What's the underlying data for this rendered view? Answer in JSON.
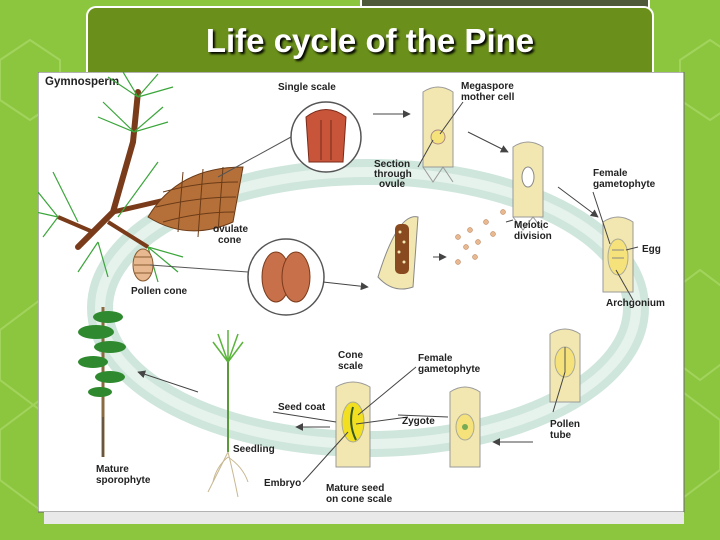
{
  "title": "Life cycle of the Pine",
  "diagram": {
    "heading": "Gymnosperm",
    "labels": {
      "single_scale": "Single scale",
      "megaspore_1": "Megaspore",
      "megaspore_2": "mother cell",
      "section_1": "Section",
      "section_2": "through",
      "section_3": "ovule",
      "female_gam_1": "Female",
      "female_gam_2": "gametophyte",
      "meiotic_1": "Meiotic",
      "meiotic_2": "division",
      "ovulate_1": "ovulate",
      "ovulate_2": "cone",
      "egg": "Egg",
      "pollen_cone": "Pollen cone",
      "archegonium": "Archgonium",
      "cone_scale_1": "Cone",
      "cone_scale_2": "scale",
      "female_gam2_1": "Female",
      "female_gam2_2": "gametophyte",
      "pollen_tube_1": "Pollen",
      "pollen_tube_2": "tube",
      "seed_coat": "Seed coat",
      "zygote": "Zygote",
      "seedling": "Seedling",
      "mature_spor_1": "Mature",
      "mature_spor_2": "sporophyte",
      "embryo": "Embryo",
      "mature_seed_1": "Mature seed",
      "mature_seed_2": "on cone scale"
    }
  },
  "colors": {
    "background": "#8cc63f",
    "title_band": "#6a8f1a",
    "cycle_ring": "#cfe6dc",
    "ovule": "#f2e7b0",
    "cone": "#b5703a",
    "leaf": "#3aa53a"
  }
}
